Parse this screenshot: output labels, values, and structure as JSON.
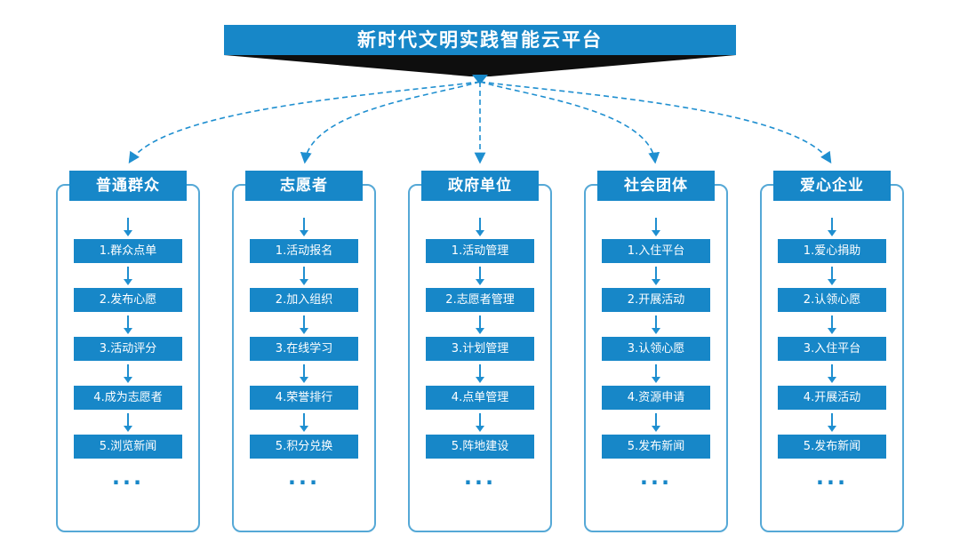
{
  "title": "新时代文明实践智能云平台",
  "ellipsis": "...",
  "columns": [
    {
      "header": "普通群众",
      "items": [
        "1.群众点单",
        "2.发布心愿",
        "3.活动评分",
        "4.成为志愿者",
        "5.浏览新闻"
      ]
    },
    {
      "header": "志愿者",
      "items": [
        "1.活动报名",
        "2.加入组织",
        "3.在线学习",
        "4.荣誉排行",
        "5.积分兑换"
      ]
    },
    {
      "header": "政府单位",
      "items": [
        "1.活动管理",
        "2.志愿者管理",
        "3.计划管理",
        "4.点单管理",
        "5.阵地建设"
      ]
    },
    {
      "header": "社会团体",
      "items": [
        "1.入住平台",
        "2.开展活动",
        "3.认领心愿",
        "4.资源申请",
        "5.发布新闻"
      ]
    },
    {
      "header": "爱心企业",
      "items": [
        "1.爱心捐助",
        "2.认领心愿",
        "3.入住平台",
        "4.开展活动",
        "5.发布新闻"
      ]
    }
  ],
  "colors": {
    "primary": "#1787c8",
    "border": "#55a8d6",
    "dark": "#0e0e0e",
    "arrow": "#1f8fd0"
  }
}
